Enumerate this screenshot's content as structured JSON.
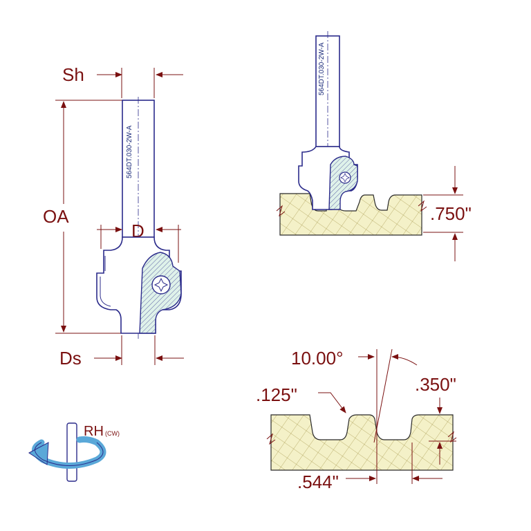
{
  "labels": {
    "shank_dia": "Sh",
    "overall_length": "OA",
    "cut_dia": "D",
    "shoulder_dia": "Ds",
    "part_number": "564DT.030-2W-A",
    "rotation": "RH",
    "rotation_sub": "(CW)"
  },
  "dimensions": {
    "depth": ".750\"",
    "angle": "10.00°",
    "radius": ".125\"",
    "height": ".350\"",
    "width": ".544\""
  },
  "colors": {
    "dimension": "#7a1010",
    "outline": "#2a2a8a",
    "insert_fill": "#dff2ea",
    "wood_fill": "#f4f1c8",
    "rotation_arrow": "#5aa8d8"
  }
}
